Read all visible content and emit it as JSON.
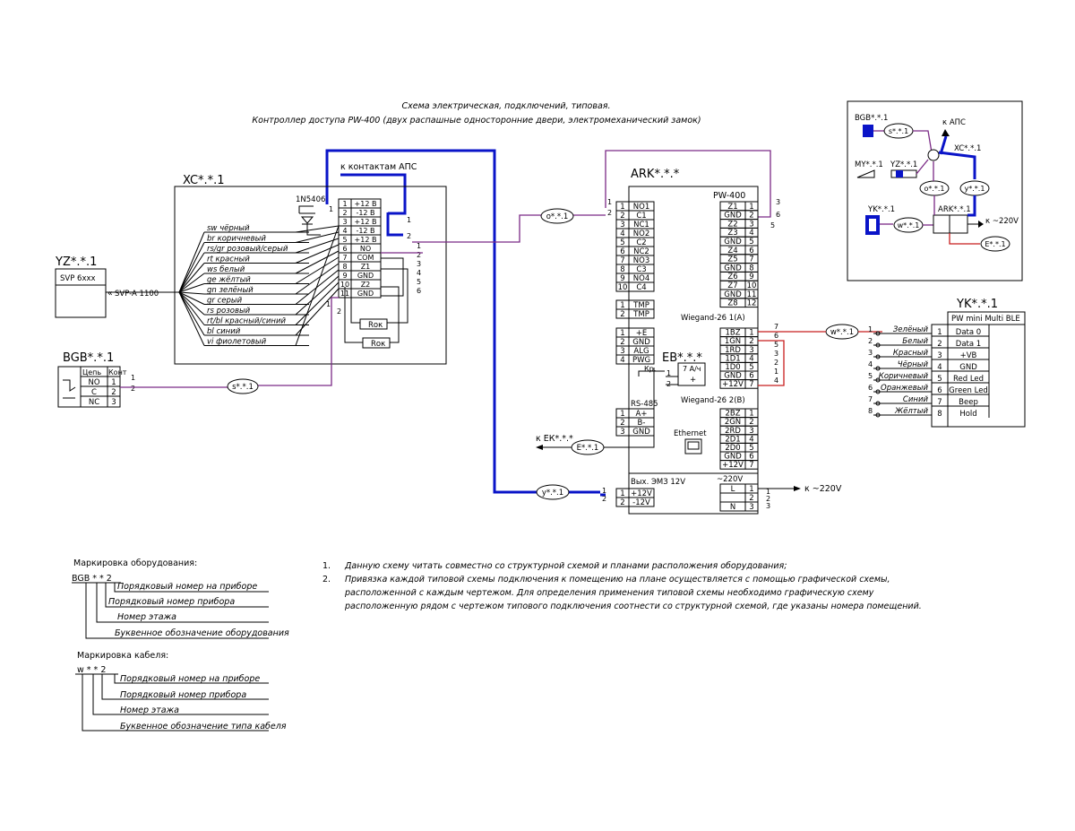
{
  "title": {
    "line1": "Схема электрическая,  подключений, типовая.",
    "line2": "Контроллер доступа PW-400 (двух распашные односторонние двери, электромеханический замок)"
  },
  "xc": {
    "name": "XC*.*.1",
    "diode": "1N5406",
    "apc_label": "к контактам АПС",
    "terminals": [
      "+12 В",
      "-12 В",
      "+12 В",
      "-12 В",
      "+12 В",
      "NO",
      "COM",
      "Z1",
      "GND",
      "Z2",
      "GND"
    ],
    "wires": [
      "sw чёрный",
      "br коричневый",
      "rs/gr розовый/серый",
      "rt красный",
      "ws белый",
      "ge жёлтый",
      "gn зелёный",
      "gr серый",
      "rs розовый",
      "rt/bl красный/синий",
      "bl синий",
      "vi фиолетовый"
    ],
    "rok": [
      "Rок",
      "Rок"
    ]
  },
  "yz": {
    "name": "YZ*.*.1",
    "model": "SVP 6xxx",
    "cable": "SVP-A 1100"
  },
  "bgb": {
    "name": "BGB*.*.1",
    "hdr1": "Цепь",
    "hdr2": "Конт",
    "rows": [
      [
        "NO",
        "1"
      ],
      [
        "C",
        "2"
      ],
      [
        "NC",
        "3"
      ]
    ]
  },
  "ark": {
    "name": "ARK*.*.*",
    "model": "PW-400",
    "left_top": [
      [
        "1",
        "NO1"
      ],
      [
        "2",
        "C1"
      ],
      [
        "3",
        "NC1"
      ],
      [
        "4",
        "NO2"
      ],
      [
        "5",
        "C2"
      ],
      [
        "6",
        "NC2"
      ],
      [
        "7",
        "NO3"
      ],
      [
        "8",
        "C3"
      ],
      [
        "9",
        "NO4"
      ],
      [
        "10",
        "C4"
      ]
    ],
    "right_top": [
      [
        "Z1",
        "1"
      ],
      [
        "GND",
        "2"
      ],
      [
        "Z2",
        "3"
      ],
      [
        "Z3",
        "4"
      ],
      [
        "GND",
        "5"
      ],
      [
        "Z4",
        "6"
      ],
      [
        "Z5",
        "7"
      ],
      [
        "GND",
        "8"
      ],
      [
        "Z6",
        "9"
      ],
      [
        "Z7",
        "10"
      ],
      [
        "GND",
        "11"
      ],
      [
        "Z8",
        "12"
      ]
    ],
    "tmp": [
      [
        "1",
        "TMP"
      ],
      [
        "2",
        "TMP"
      ]
    ],
    "power_left": [
      [
        "1",
        "+E"
      ],
      [
        "2",
        "GND"
      ],
      [
        "3",
        "ALG"
      ],
      [
        "4",
        "PWG"
      ]
    ],
    "rs485_label": "RS-485",
    "rs485": [
      [
        "1",
        "A+"
      ],
      [
        "2",
        "B-"
      ],
      [
        "3",
        "GND"
      ]
    ],
    "wiegand1_label": "Wiegand-26 1(A)",
    "wiegand1": [
      [
        "1BZ",
        "1"
      ],
      [
        "1GN",
        "2"
      ],
      [
        "1RD",
        "3"
      ],
      [
        "1D1",
        "4"
      ],
      [
        "1D0",
        "5"
      ],
      [
        "GND",
        "6"
      ],
      [
        "+12V",
        "7"
      ]
    ],
    "wiegand2_label": "Wiegand-26 2(B)",
    "wiegand2": [
      [
        "2BZ",
        "1"
      ],
      [
        "2GN",
        "2"
      ],
      [
        "2RD",
        "3"
      ],
      [
        "2D1",
        "4"
      ],
      [
        "2D0",
        "5"
      ],
      [
        "GND",
        "6"
      ],
      [
        "+12V",
        "7"
      ]
    ],
    "eb_name": "EB*.*.*",
    "eb_label": "7 А/ч",
    "kr_label": "Кр.",
    "ethernet_label": "Ethernet",
    "out_label": "Вых. ЭМЗ 12V",
    "out_rows": [
      [
        "1",
        "+12V"
      ],
      [
        "2",
        "-12V"
      ]
    ],
    "ac_label": "~220V",
    "ac_rows": [
      [
        "L",
        "1"
      ],
      [
        "",
        "2"
      ],
      [
        "N",
        "3"
      ]
    ]
  },
  "cables": {
    "o": "o*.*.1",
    "w": "w*.*.1",
    "s": "s*.*.1",
    "E": "E*.*.1",
    "y": "y*.*.1"
  },
  "labels": {
    "ek": "к ЕК*.*.*",
    "ac_to": "к ~220V",
    "apc": "к АПС"
  },
  "yk": {
    "name": "YK*.*.1",
    "model": "PW mini Multi BLE",
    "wires": [
      "Зелёный",
      "Белый",
      "Красный",
      "Чёрный",
      "Коричневый",
      "Оранжевый",
      "Синий",
      "Жёлтый"
    ],
    "pins": [
      [
        "1",
        "Data 0"
      ],
      [
        "2",
        "Data 1"
      ],
      [
        "3",
        "+VB"
      ],
      [
        "4",
        "GND"
      ],
      [
        "5",
        "Red Led"
      ],
      [
        "6",
        "Green Led"
      ],
      [
        "7",
        "Beep"
      ],
      [
        "8",
        "Hold"
      ]
    ]
  },
  "inset": {
    "bgb": "BGB*.*.1",
    "s": "s*.*.1",
    "apc": "к АПС",
    "xc": "XC*.*.1",
    "my": "MY*.*.1",
    "yz": "YZ*.*.1",
    "o": "o*.*.1",
    "y": "y*.*.1",
    "yk": "YK*.*.1",
    "w": "w*.*.1",
    "ark": "ARK*.*.1",
    "ac": "к ~220V",
    "e": "E*.*.1"
  },
  "legend": {
    "equip_title": "Маркировка оборудования:",
    "equip_code": "BGB * * 2",
    "equip_lines": [
      "Порядковый номер на приборе",
      "Порядковый номер прибора",
      "Номер этажа",
      "Буквенное обозначение оборудования"
    ],
    "cable_title": "Маркировка кабеля:",
    "cable_code": "w * * 2",
    "cable_lines": [
      "Порядковый номер на приборе",
      "Порядковый номер прибора",
      "Номер этажа",
      "Буквенное обозначение типа кабеля"
    ]
  },
  "notes": [
    {
      "n": "1.",
      "text": "Данную схему читать совместно со структурной схемой и планами расположения оборудования;"
    },
    {
      "n": "2.",
      "text": "Привязка каждой типовой схемы подключения к помещению на плане осуществляется с помощью графической схемы,"
    },
    {
      "n": "",
      "text": "расположенной с каждым чертежом. Для определения применения типовой схемы необходимо графическую схему"
    },
    {
      "n": "",
      "text": "расположенную рядом с чертежом типового подключения соотнести со структурной схемой, где указаны номера помещений."
    }
  ],
  "colors": {
    "purple": "#7b2a86",
    "blue": "#0a14c8",
    "red": "#c81e1e"
  }
}
